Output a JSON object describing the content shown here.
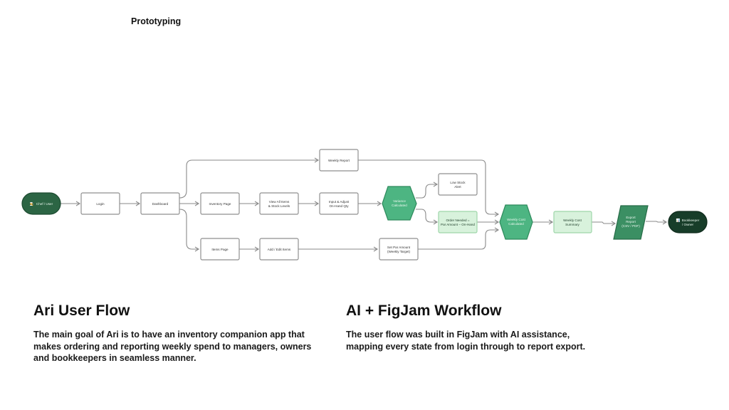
{
  "section_label": "Prototyping",
  "flow": {
    "nodes": {
      "chef_user": {
        "icon": "🧑‍🍳",
        "label": "Chef / User"
      },
      "login": {
        "label": "Login"
      },
      "dashboard": {
        "label": "Dashboard"
      },
      "weekly_report": {
        "label": "Weekly Report"
      },
      "inventory_page": {
        "label": "Inventory Page"
      },
      "view_all_items": {
        "line1": "View All Items",
        "line2": "& Stock Levels"
      },
      "input_adjust": {
        "line1": "Input & Adjust",
        "line2": "On-Hand Qty"
      },
      "variance_calculated": {
        "line1": "Variance",
        "line2": "Calculated"
      },
      "low_stock_alert": {
        "line1": "Low Stock",
        "line2": "Alert"
      },
      "order_needed": {
        "line1": "Order Needed =",
        "line2": "Par Amount − On-Hand"
      },
      "items_page": {
        "label": "Items Page"
      },
      "add_edit_items": {
        "label": "Add / Edit Items"
      },
      "set_par_amount": {
        "line1": "Set Par Amount",
        "line2": "(Weekly Target)"
      },
      "weekly_cost_calculated": {
        "line1": "Weekly Cost",
        "line2": "Calculated"
      },
      "weekly_cost_summary": {
        "line1": "Weekly Cost",
        "line2": "Summary"
      },
      "export_report": {
        "line1": "Export",
        "line2": "Report",
        "line3": "(CSV / PDF)"
      },
      "bookkeeper_owner": {
        "icon": "📊",
        "line1": "Bookkeeper",
        "line2": "/ Owner"
      }
    },
    "colors": {
      "terminal_start": "#2c6544",
      "terminal_end": "#173d29",
      "process_hex": "#4db582",
      "output_para": "#3b8f63",
      "highlight_box": "#d8f2dc",
      "edge": "#8a8a8a"
    }
  },
  "left_column": {
    "title": "Ari User Flow",
    "body": "The main goal of Ari is to have an inventory companion app that makes ordering and reporting weekly spend to managers, owners and bookkeepers in seamless manner."
  },
  "right_column": {
    "title": "AI + FigJam Workflow",
    "body": "The user flow was built in FigJam with AI assistance, mapping every state from login through to report export."
  }
}
